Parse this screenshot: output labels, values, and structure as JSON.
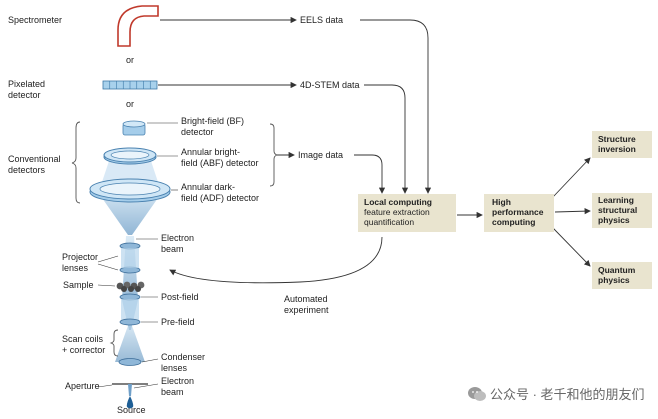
{
  "detector_options": {
    "spectrometer": "Spectrometer",
    "or_1": "or",
    "pixelated": "Pixelated\ndetector",
    "or_2": "or",
    "conventional": "Conventional\ndetectors"
  },
  "conventional_detectors": {
    "bf": "Bright-field (BF)\ndetector",
    "abf": "Annular bright-\nfield (ABF) detector",
    "adf": "Annular dark-\nfield (ADF) detector"
  },
  "data_streams": {
    "eels": "EELS data",
    "stem4d": "4D-STEM data",
    "image": "Image data"
  },
  "microscope_column": {
    "electron_beam_top": "Electron\nbeam",
    "projector_lenses": "Projector\nlenses",
    "sample": "Sample",
    "post_field": "Post-field",
    "pre_field": "Pre-field",
    "scan_coils": "Scan coils\n+ corrector",
    "condenser_lenses": "Condenser\nlenses",
    "aperture": "Aperture",
    "electron_beam_bottom": "Electron\nbeam",
    "source": "Source"
  },
  "feedback_loop": "Automated\nexperiment",
  "local_computing": {
    "title": "Local computing",
    "line2": "feature extraction",
    "line3": "quantification"
  },
  "hpc": {
    "title": "High\nperformance\ncomputing"
  },
  "outcomes": {
    "structure": "Structure\ninversion",
    "learning": "Learning\nstructural\nphysics",
    "quantum": "Quantum\nphysics"
  },
  "watermark": "公众号 · 老千和他的朋友们",
  "colors": {
    "box_fill": "#e9e4cf",
    "detector_blue": "#9fcbe6",
    "spectrometer_red": "#c0392b",
    "arrow": "#333333"
  }
}
